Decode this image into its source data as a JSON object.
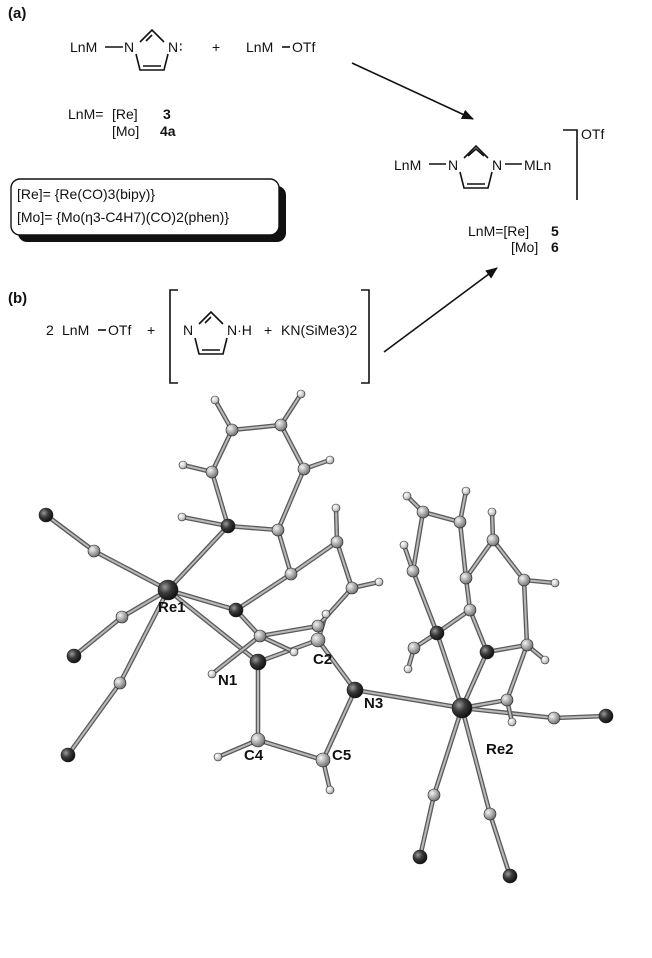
{
  "scheme": {
    "panel_a": "(a)",
    "panel_b": "(b)",
    "lnm": "LnM",
    "lnm_otf": "LnM",
    "otf": "OTf",
    "plus": "+",
    "n": "N",
    "lone_pair": "∶",
    "mln": "MLn",
    "def_label": "LnM=",
    "def_re": "[Re]",
    "def_mo": "[Mo]",
    "def_re_num": "3",
    "def_mo_num": "4a",
    "box_line1": "[Re]= {Re(CO)3(bipy)}",
    "box_line2": "[Mo]= {Mo(η3-C4H7)(CO)2(phen)}",
    "prod_label": "LnM=[Re]",
    "prod_mo": "[Mo]",
    "prod_re_num": "5",
    "prod_mo_num": "6",
    "b_coef": "2",
    "nh": "N·H",
    "base": "KN(SiMe3)2"
  },
  "structure": {
    "atom_labels": {
      "re1": "Re1",
      "re2": "Re2",
      "n1": "N1",
      "n3": "N3",
      "c2": "C2",
      "c4": "C4",
      "c5": "C5"
    }
  }
}
